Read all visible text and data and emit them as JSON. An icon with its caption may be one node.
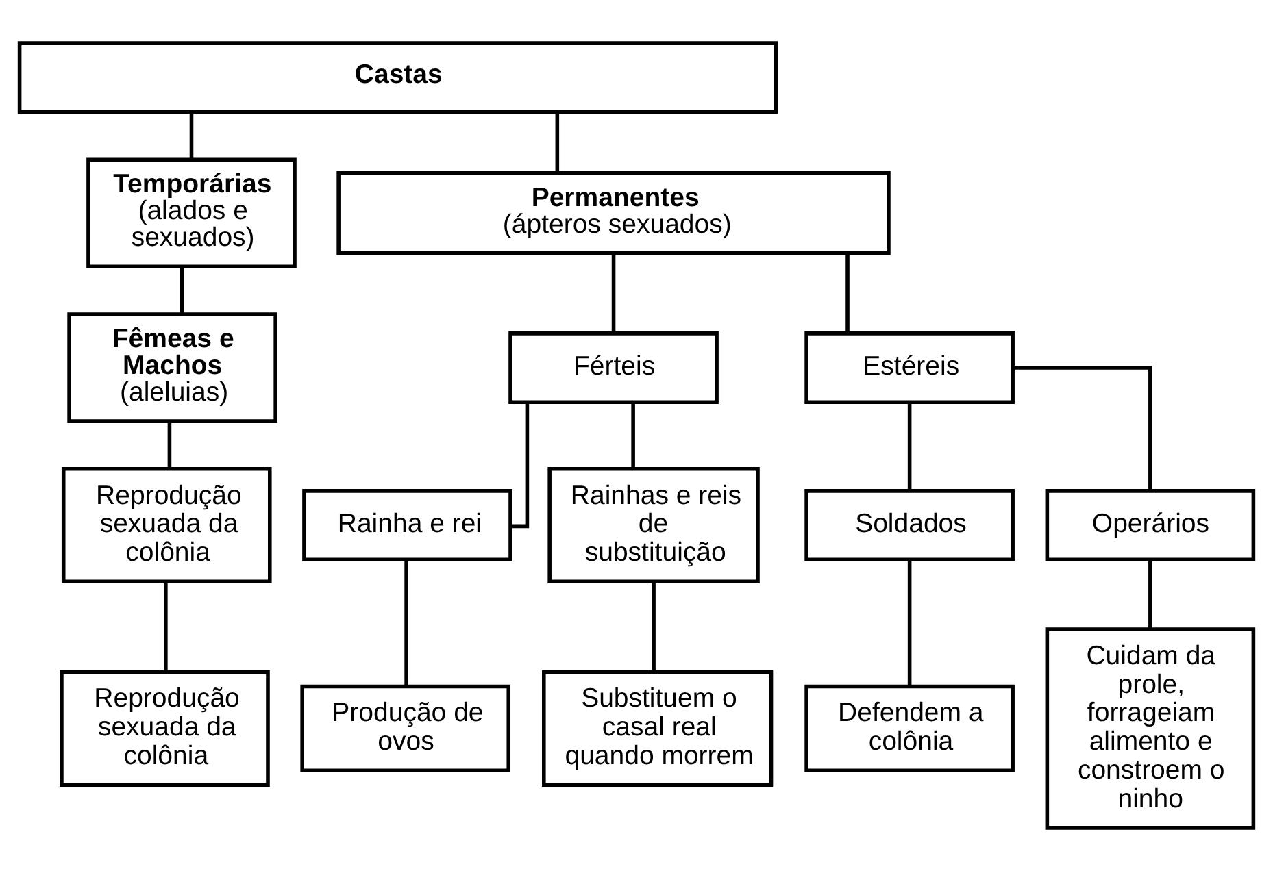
{
  "diagram": {
    "nodes": [
      {
        "text": [
          "Castas"
        ]
      },
      {
        "text": [
          "Temporárias",
          "(alados e sexuados)"
        ]
      },
      {
        "text": [
          "Permanentes",
          "(ápteros sexuados)"
        ]
      },
      {
        "text": [
          "Fêmeas e Machos",
          "(aleluias)"
        ]
      },
      {
        "text": [
          "Férteis"
        ]
      },
      {
        "text": [
          "Estéreis"
        ]
      },
      {
        "text": [
          "Reprodução sexuada da colônia"
        ]
      },
      {
        "text": [
          "Rainha e rei"
        ]
      },
      {
        "text": [
          "Rainhas e reis de substituição"
        ]
      },
      {
        "text": [
          "Soldados"
        ]
      },
      {
        "text": [
          "Operários"
        ]
      },
      {
        "text": [
          "Reprodução sexuada da colônia"
        ]
      },
      {
        "text": [
          "Produção de ovos"
        ]
      },
      {
        "text": [
          "Substituem o casal real quando morrem"
        ]
      },
      {
        "text": [
          "Defendem a colônia"
        ]
      },
      {
        "text": [
          "Cuidam da prole, forrageiam alimento e constroem o ninho"
        ]
      }
    ],
    "edges": [
      {
        "from": 0,
        "to": 1,
        "arrow": "none"
      },
      {
        "from": 0,
        "to": 2,
        "arrow": "none"
      },
      {
        "from": 1,
        "to": 3,
        "arrow": "none"
      },
      {
        "from": 2,
        "to": 4,
        "arrow": "none"
      },
      {
        "from": 2,
        "to": 5,
        "arrow": "none"
      },
      {
        "from": 3,
        "to": 6,
        "arrow": "none"
      },
      {
        "from": 4,
        "to": 7,
        "arrow": "none"
      },
      {
        "from": 4,
        "to": 8,
        "arrow": "none"
      },
      {
        "from": 5,
        "to": 9,
        "arrow": "none"
      },
      {
        "from": 5,
        "to": 10,
        "arrow": "none"
      },
      {
        "from": 6,
        "to": 11,
        "arrow": "none"
      },
      {
        "from": 7,
        "to": 12,
        "arrow": "none"
      },
      {
        "from": 8,
        "to": 13,
        "arrow": "none"
      },
      {
        "from": 9,
        "to": 14,
        "arrow": "none"
      },
      {
        "from": 10,
        "to": 15,
        "arrow": "none"
      }
    ]
  }
}
